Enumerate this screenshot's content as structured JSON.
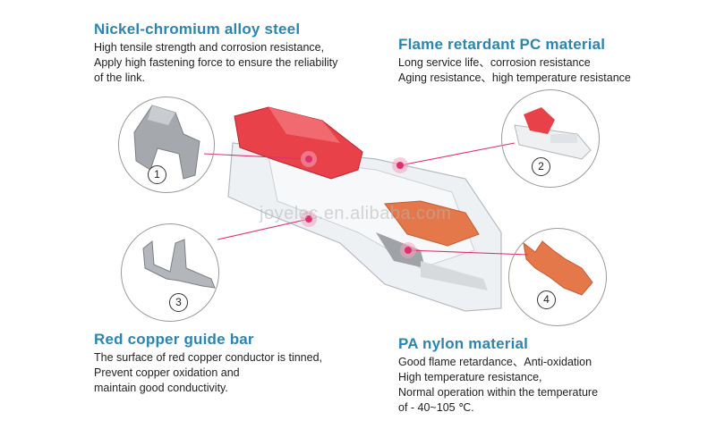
{
  "features": [
    {
      "title": "Nickel-chromium alloy steel",
      "lines": [
        "High tensile strength and corrosion resistance,",
        "Apply high fastening force to ensure the reliability",
        "of the link."
      ]
    },
    {
      "title": "Flame retardant PC material",
      "lines": [
        "Long service life、corrosion resistance",
        "Aging resistance、high temperature resistance"
      ]
    },
    {
      "title": "Red copper guide bar",
      "lines": [
        "The surface of red copper conductor is tinned,",
        "Prevent copper oxidation and",
        "maintain good conductivity."
      ]
    },
    {
      "title": "PA nylon material",
      "lines": [
        "Good flame retardance、Anti-oxidation",
        "High temperature resistance,",
        "Normal operation within the temperature",
        "of - 40~105 ℃."
      ]
    }
  ],
  "callouts": [
    "1",
    "2",
    "3",
    "4"
  ],
  "watermark": "joyelec.en.alibaba.com",
  "colors": {
    "heading": "#2a86b0",
    "lever_red": "#e8414a",
    "nylon_orange": "#e5784a",
    "pointer": "#e0306a"
  }
}
